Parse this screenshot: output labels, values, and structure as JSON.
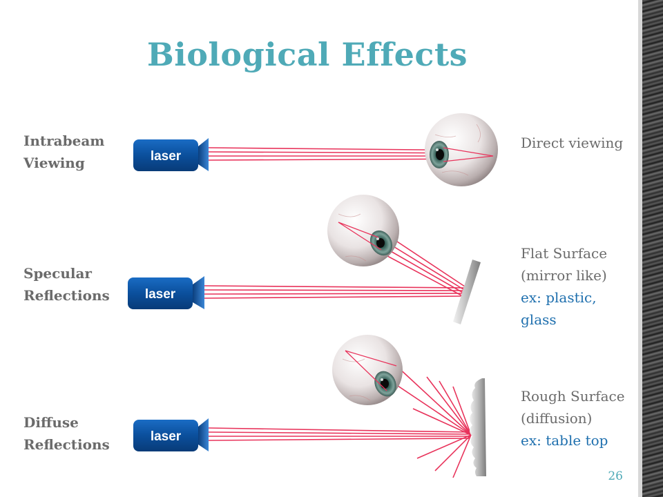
{
  "slide": {
    "title": "Biological Effects",
    "page_number": "26"
  },
  "rows": [
    {
      "label_line1": "Intrabeam",
      "label_line2": "Viewing",
      "laser_label": "laser",
      "desc_line1": "Direct viewing",
      "desc_line2": "",
      "example_line1": "",
      "example_line2": ""
    },
    {
      "label_line1": "Specular",
      "label_line2": "Reflections",
      "laser_label": "laser",
      "desc_line1": "Flat Surface",
      "desc_line2": "(mirror like)",
      "example_line1": "ex: plastic,",
      "example_line2": "glass"
    },
    {
      "label_line1": "Diffuse",
      "label_line2": "Reflections",
      "laser_label": "laser",
      "desc_line1": "Rough Surface",
      "desc_line2": "(diffusion)",
      "example_line1": "ex: table top",
      "example_line2": ""
    }
  ],
  "colors": {
    "title": "#4faab7",
    "label_text": "#6b6b6b",
    "example_text": "#1e6fae",
    "laser_body": "#0b4f9c",
    "beam": "#e8325a"
  },
  "icons": [
    "laser-device-icon",
    "eye-icon",
    "flat-mirror-icon",
    "rough-surface-icon"
  ]
}
